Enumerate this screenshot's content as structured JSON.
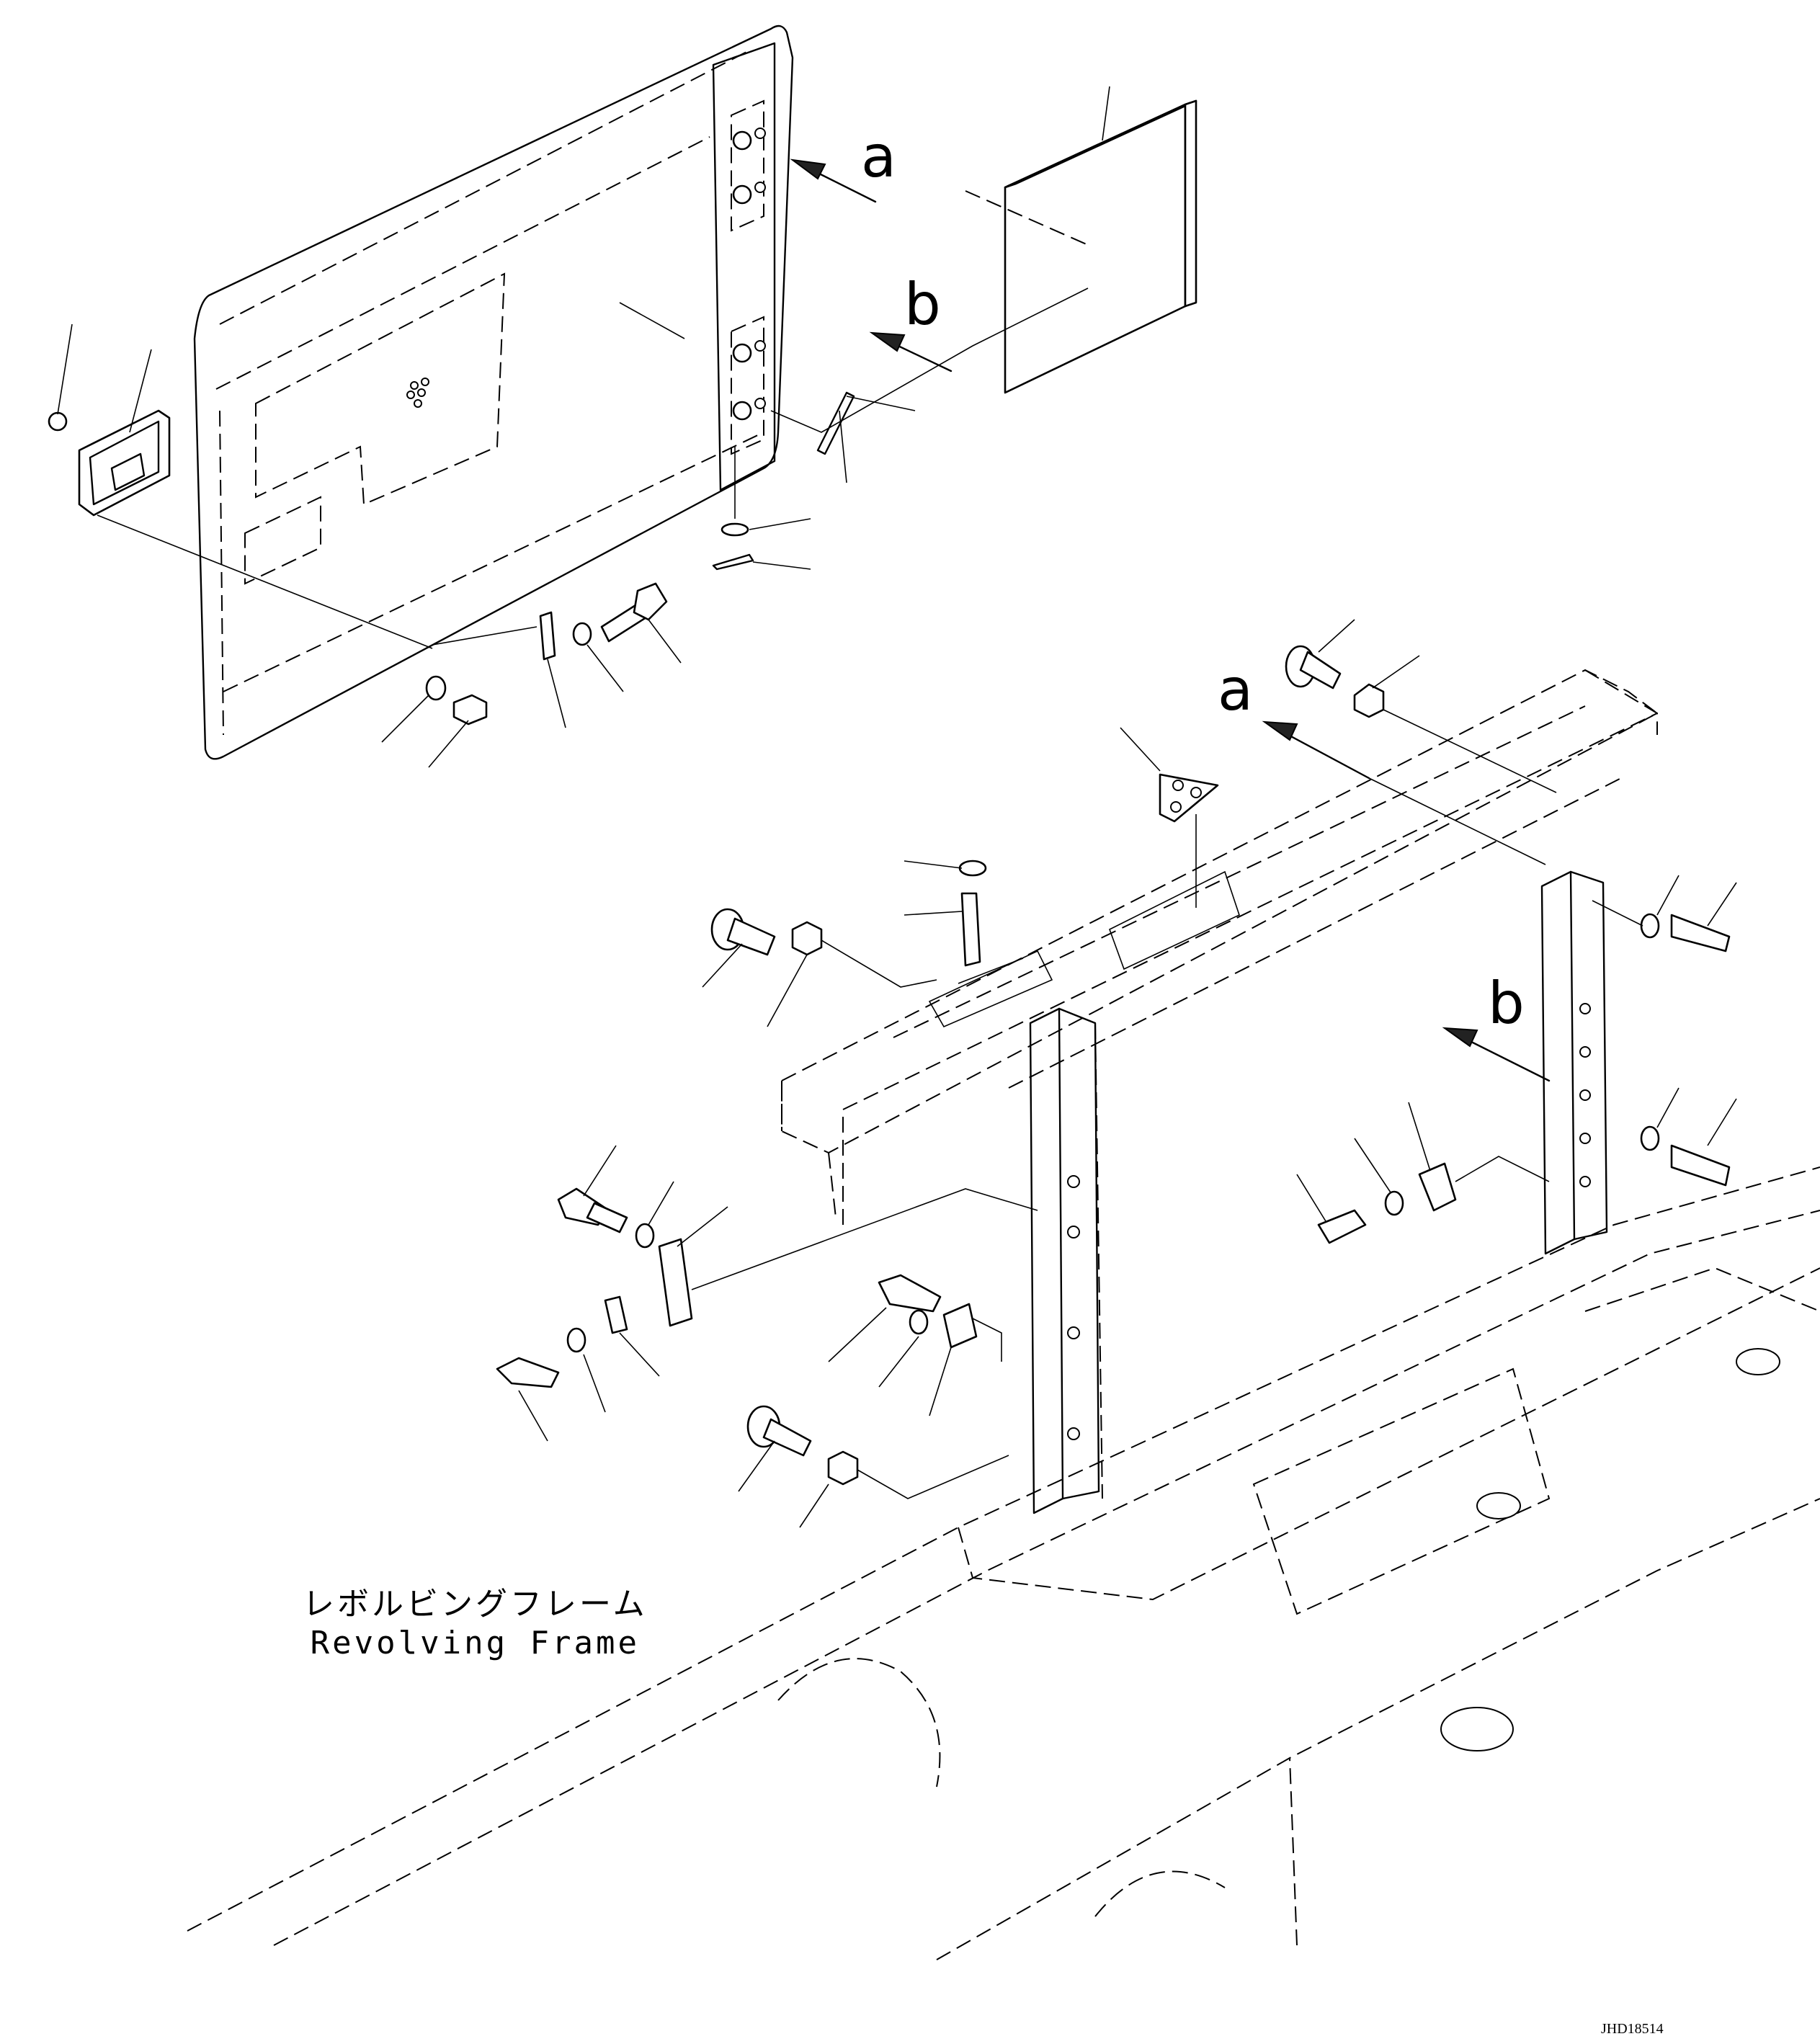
{
  "callouts": {
    "a_top": "a",
    "b_top": "b",
    "a_frame": "a",
    "b_frame": "b"
  },
  "frame_label": {
    "japanese": "レボルビングフレーム",
    "english": "Revolving Frame"
  },
  "drawing_number": "JHD18514"
}
